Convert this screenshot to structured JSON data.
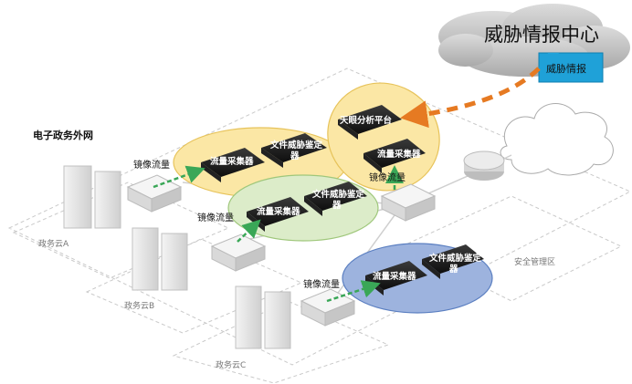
{
  "diagram": {
    "title_network": "电子政务外网",
    "threat_center": "威胁情报中心",
    "threat_badge": "威胁情报",
    "mirror_label": "镜像流量",
    "collector_label": "流量采集器",
    "file_detector_line1": "文件威胁鉴定",
    "file_detector_line2": "器",
    "platform_label": "天眼分析平台",
    "cloud_a": "政务云A",
    "cloud_b": "政务云B",
    "cloud_c": "政务云C",
    "security_zone": "安全管理区",
    "colors": {
      "yellow_zone": "#fbe7a5",
      "green_zone": "#dcecc9",
      "blue_zone": "#9db3de",
      "arrow_orange": "#e67a22",
      "arrow_green": "#3aa757",
      "badge_blue": "#1fa1d8"
    },
    "icons": [
      "cloud-icon",
      "server-rack-icon",
      "network-switch-icon",
      "router-icon",
      "appliance-icon"
    ]
  }
}
